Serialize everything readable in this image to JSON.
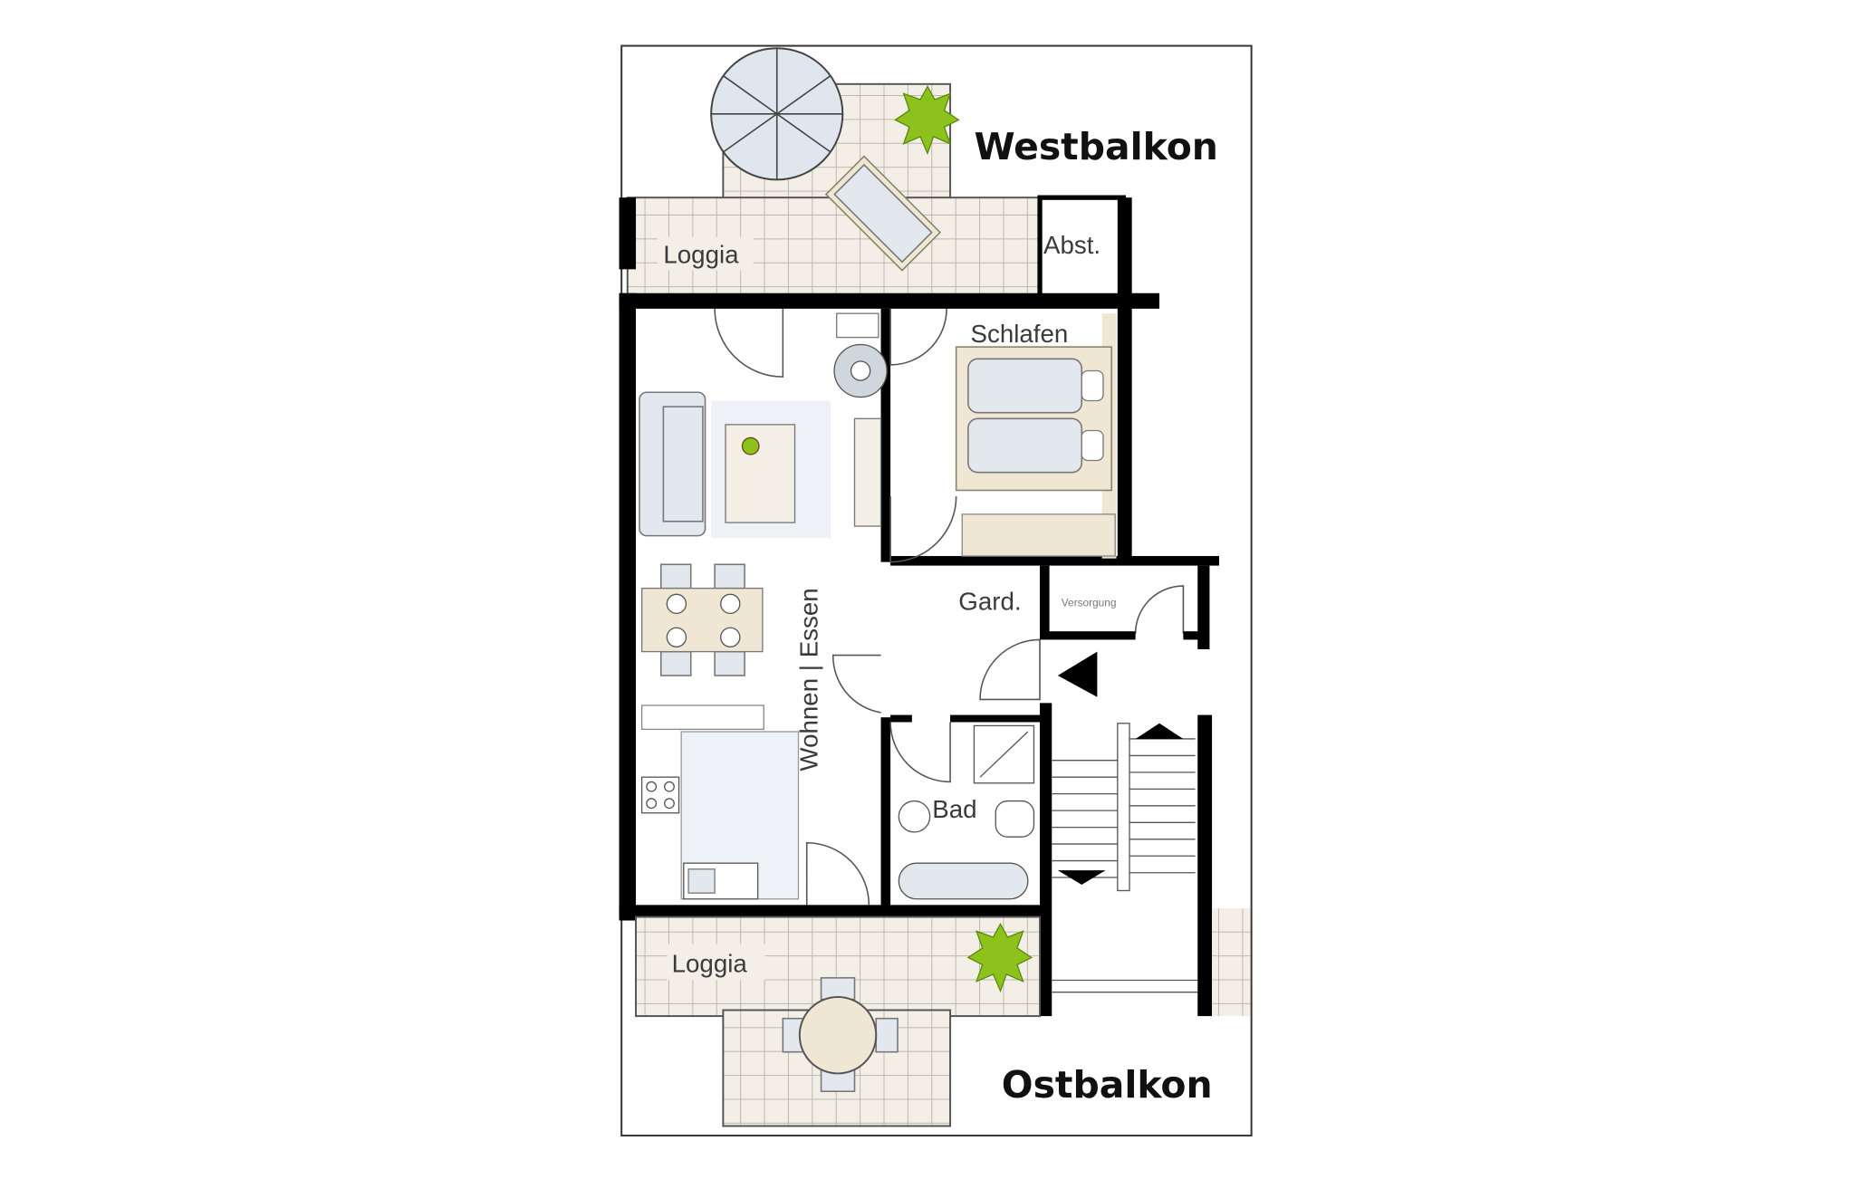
{
  "labels": {
    "west_balcony": "Westbalkon",
    "east_balcony": "Ostbalkon",
    "loggia_top": "Loggia",
    "loggia_bottom": "Loggia",
    "storage": "Abst.",
    "bedroom": "Schlafen",
    "wardrobe": "Gard.",
    "utility": "Versorgung",
    "bathroom": "Bad",
    "living_dining": "Wohnen | Essen"
  },
  "colors": {
    "wall": "#000000",
    "tile": "#f3eee6",
    "plant": "#8cc21b",
    "furniture": "#e3e8ee",
    "wood": "#efe6d3"
  }
}
